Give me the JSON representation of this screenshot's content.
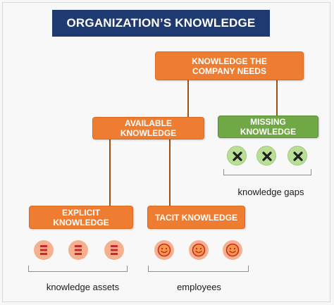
{
  "title": "ORGANIZATION’S KNOWLEDGE",
  "nodes": {
    "root": "KNOWLEDGE THE COMPANY NEEDS",
    "available": "AVAILABLE KNOWLEDGE",
    "missing": "MISSING KNOWLEDGE",
    "explicit": "EXPLICIT KNOWLEDGE",
    "tacit": "TACIT KNOWLEDGE"
  },
  "captions": {
    "gaps": "knowledge gaps",
    "assets": "knowledge assets",
    "employees": "employees"
  },
  "icons": {
    "gap": "x-mark-icon",
    "asset": "document-icon",
    "employee": "smiley-face-icon"
  },
  "colors": {
    "title_bg": "#1f3a70",
    "orange": "#ee7d31",
    "green": "#70a845",
    "connector": "#a04f12"
  }
}
